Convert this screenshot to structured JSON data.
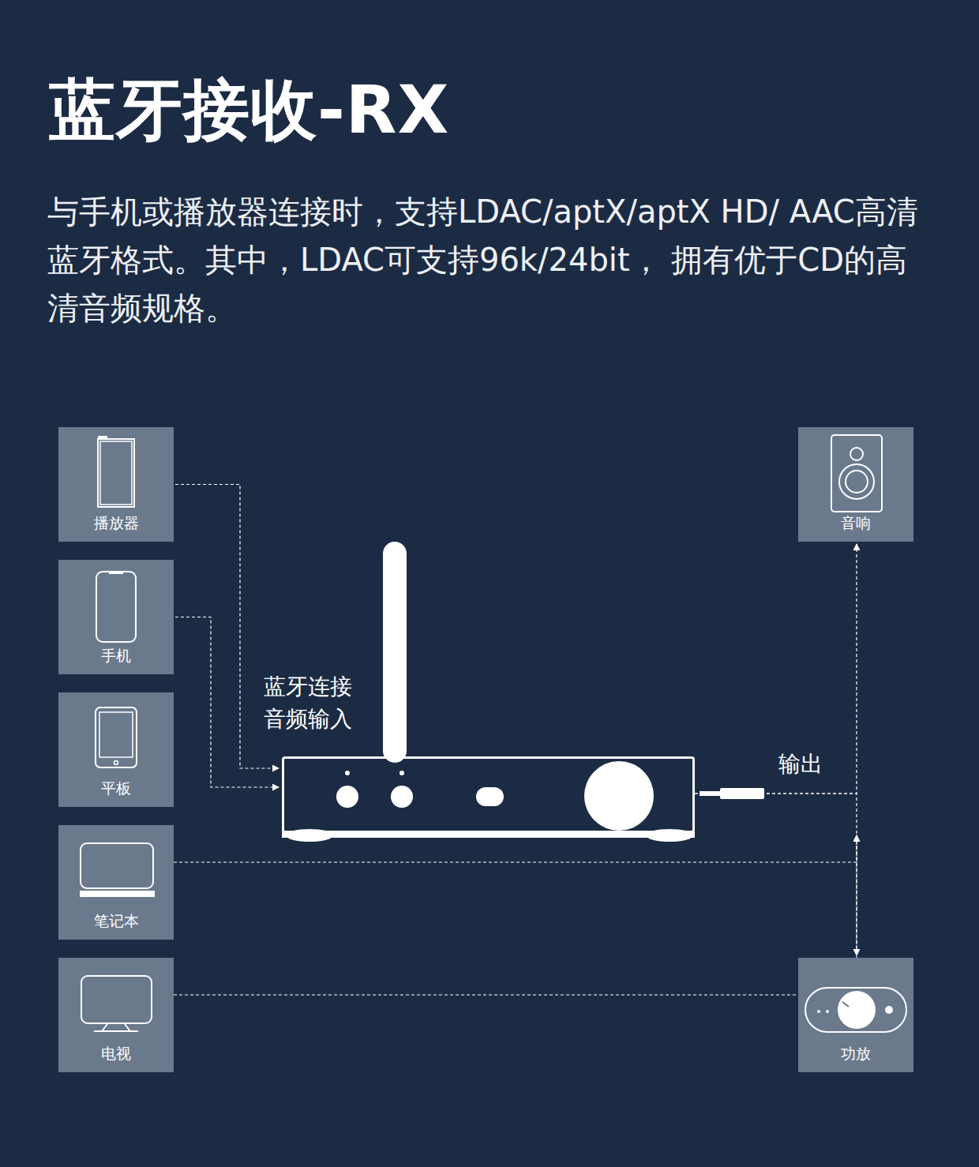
{
  "diagram": {
    "title": "蓝牙接收-RX",
    "nodes": [
      {
        "text": [
          "播放器"
        ]
      },
      {
        "text": [
          "手机"
        ]
      },
      {
        "text": [
          "平板"
        ]
      },
      {
        "text": [
          "笔记本"
        ]
      },
      {
        "text": [
          "电视"
        ]
      },
      {
        "text": [
          "蓝牙连接 音频输入"
        ]
      },
      {
        "text": [
          "音响"
        ]
      },
      {
        "text": [
          "功放"
        ]
      }
    ],
    "edges": [
      {
        "from": 0,
        "to": 5,
        "arrow": "to"
      },
      {
        "from": 1,
        "to": 5,
        "arrow": "to"
      },
      {
        "from": 3,
        "to": 5,
        "arrow": "to"
      },
      {
        "from": 4,
        "to": 5,
        "arrow": "to"
      },
      {
        "from": 5,
        "to": 6,
        "arrow": "to"
      },
      {
        "from": 5,
        "to": 7,
        "arrow": "to"
      }
    ],
    "labels": [
      "与手机或播放器连接时，支持LDAC/aptX/aptX HD/ AAC高清蓝牙格式。其中，LDAC可支持96k/24bit， 拥有优于CD的高清音频规格。",
      "输出"
    ]
  }
}
